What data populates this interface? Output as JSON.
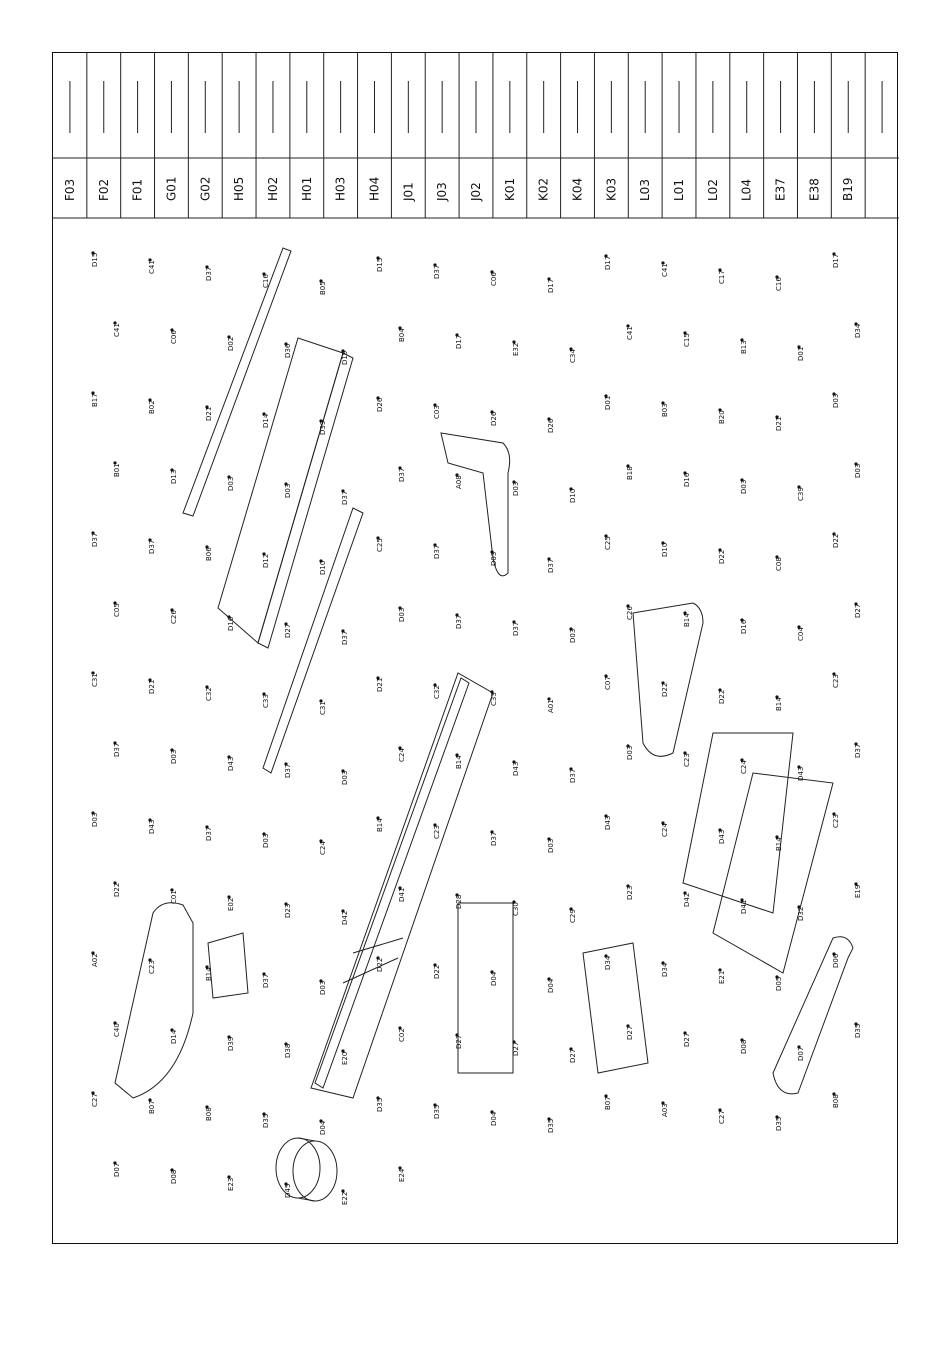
{
  "header_codes": [
    "F03",
    "F02",
    "F01",
    "G01",
    "G02",
    "H05",
    "H02",
    "H01",
    "H03",
    "H04",
    "J01",
    "J03",
    "J02",
    "K01",
    "K02",
    "K04",
    "K03",
    "L03",
    "L01",
    "L02",
    "L04",
    "E37",
    "E38",
    "B19",
    ""
  ],
  "labels": [
    "D15",
    "C41",
    "D37",
    "C16",
    "B05",
    "D15",
    "D37",
    "C06",
    "D17",
    "D17",
    "C41",
    "C17",
    "C16",
    "D17",
    "C41",
    "C06",
    "D02",
    "D36",
    "D19",
    "B04",
    "D17",
    "E32",
    "C34",
    "C41",
    "C15",
    "B13",
    "D01",
    "D34",
    "B17",
    "B02",
    "D21",
    "D14",
    "D39",
    "D26",
    "C03",
    "D26",
    "D26",
    "D01",
    "B03",
    "B20",
    "D21",
    "D03",
    "B01",
    "D13",
    "D03",
    "D03",
    "D37",
    "D37",
    "A08",
    "D03",
    "D10",
    "B18",
    "D16",
    "D03",
    "C39",
    "D03",
    "D37",
    "D37",
    "B06",
    "D12",
    "D10",
    "C25",
    "D37",
    "D03",
    "D37",
    "C25",
    "D10",
    "D22",
    "C08",
    "D22",
    "C05",
    "C26",
    "D16",
    "D27",
    "D37",
    "D03",
    "D37",
    "D37",
    "D03",
    "C26",
    "B14",
    "D16",
    "C04",
    "D27",
    "C31",
    "D21",
    "C32",
    "C33",
    "C31",
    "D21",
    "C32",
    "C33",
    "A01",
    "C07",
    "D22",
    "D22",
    "B14",
    "C23",
    "D37",
    "D03",
    "D43",
    "D37",
    "D03",
    "C24",
    "B14",
    "D43",
    "D37",
    "D03",
    "C23",
    "C24",
    "D43",
    "D37",
    "D03",
    "D43",
    "D37",
    "D03",
    "C24",
    "B14",
    "C23",
    "D37",
    "D03",
    "D43",
    "C24",
    "D43",
    "B14",
    "C23",
    "D22",
    "C01",
    "E02",
    "D23",
    "D42",
    "D41",
    "D28",
    "C30",
    "C29",
    "D23",
    "D42",
    "D41",
    "D32",
    "E19",
    "A02",
    "C23",
    "B14",
    "D37",
    "D03",
    "D22",
    "D22",
    "D04",
    "D04",
    "D34",
    "D34",
    "E21",
    "D05",
    "D06",
    "C40",
    "D14",
    "D39",
    "D38",
    "E20",
    "C02",
    "D27",
    "D27",
    "D27",
    "D27",
    "D27",
    "D08",
    "D07",
    "D35",
    "C27",
    "B07",
    "B08",
    "D35",
    "D04",
    "D35",
    "D35",
    "D04",
    "D35",
    "B07",
    "A03",
    "C27",
    "D35",
    "B08",
    "D07",
    "D08",
    "E23",
    "D45",
    "E22",
    "E24"
  ],
  "icons": [
    "screw-icon",
    "bolt-icon",
    "pin-icon",
    "roller-icon",
    "wheel-icon",
    "wrench-icon"
  ]
}
